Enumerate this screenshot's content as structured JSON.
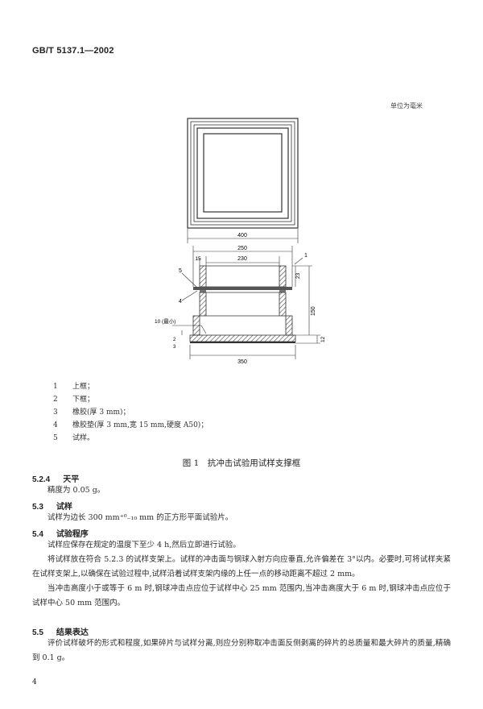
{
  "header": {
    "standard_no": "GB/T 5137.1—2002"
  },
  "figure": {
    "unit_note": "单位为毫米",
    "dims": {
      "overall": "400",
      "frame_outer": "250",
      "frame_inner": "230",
      "lip": "15",
      "frame_h": "23",
      "total_h": "150",
      "base_h": "12",
      "base_w": "350",
      "gap": "10 (最小)"
    },
    "callouts": [
      "1",
      "5",
      "4",
      "2",
      "3"
    ],
    "legend": [
      {
        "num": "1",
        "text": "上框；"
      },
      {
        "num": "2",
        "text": "下框；"
      },
      {
        "num": "3",
        "text": "橡胶(厚 3 mm)；"
      },
      {
        "num": "4",
        "text": "橡胶垫(厚 3 mm,宽 15 mm,硬度 A50)；"
      },
      {
        "num": "5",
        "text": "试样。"
      }
    ],
    "caption": "图 1　抗冲击试验用试样支撑框"
  },
  "sections": [
    {
      "num": "5.2.4",
      "title": "天平",
      "body": [
        "精度为 0.05 g。"
      ]
    },
    {
      "num": "5.3",
      "title": "试样",
      "body": [
        "试样为边长 300 mm⁺⁰₋₁₀ mm 的正方形平面试验片。"
      ]
    },
    {
      "num": "5.4",
      "title": "试验程序",
      "body": [
        "试样应保存在规定的温度下至少 4 h,然后立即进行试验。",
        "将试样放在符合 5.2.3 的试样支架上。试样的冲击面与钢球入射方向应垂直,允许偏差在 3°以内。必要时,可将试样夹紧在试样支架上,以确保在试验过程中,试样沿着试样支架内缘的上任一点的移动距离不超过 2 mm。",
        "当冲击高度小于或等于 6 m 时,钢球冲击点应位于试样中心 25 mm 范围内,当冲击高度大于 6 m 时,钢球冲击点应位于试样中心 50 mm 范围内。"
      ]
    },
    {
      "num": "5.5",
      "title": "结果表达",
      "body": [
        "评价试样破坏的形式和程度,如果碎片与试样分离,则应分别称取冲击面反侧剥离的碎片的总质量和最大碎片的质量,精确到 0.1 g。"
      ]
    }
  ],
  "footer": {
    "page": "4"
  }
}
